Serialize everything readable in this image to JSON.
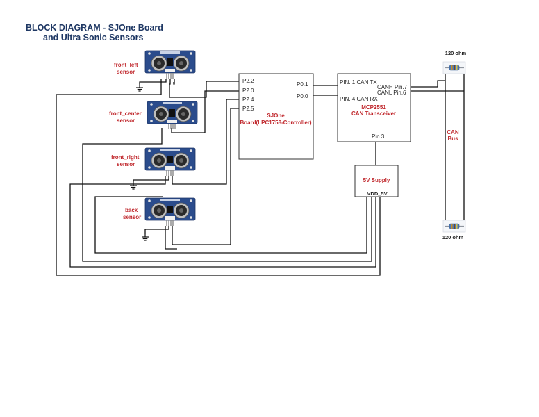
{
  "title_line1": "BLOCK DIAGRAM - SJOne Board",
  "title_line2": "and Ultra Sonic Sensors",
  "sensors": [
    {
      "name_line1": "front_left",
      "name_line2": "sensor"
    },
    {
      "name_line1": "front_center",
      "name_line2": "sensor"
    },
    {
      "name_line1": "front_right",
      "name_line2": "sensor"
    },
    {
      "name_line1": "back",
      "name_line2": "sensor"
    }
  ],
  "sjone": {
    "name_line1": "SJOne",
    "name_line2": "Board(LPC1758-Controller)",
    "pins_left": [
      "P2.2",
      "P2.0",
      "P2.4",
      "P2.5"
    ],
    "pins_right": [
      "P0.1",
      "P0.0"
    ]
  },
  "transceiver": {
    "name_line1": "MCP2551",
    "name_line2": "CAN Transceiver",
    "pin_tx": "PIN. 1 CAN TX",
    "pin_rx": "PIN. 4 CAN RX",
    "pin_canh": "CANH Pin.7",
    "pin_canl": "CANL Pin.6",
    "pin_3": "Pin.3"
  },
  "supply": {
    "name": "5V Supply",
    "pin": "VDD_5V"
  },
  "can_bus": {
    "line1": "CAN",
    "line2": "Bus",
    "resistor_top": "120 ohm",
    "resistor_bottom": "120 ohm"
  },
  "colors": {
    "title": "#1f3864",
    "label": "#c0282d",
    "sensor_board": "#2b4c8c",
    "transducer": "#d9d9d9"
  }
}
